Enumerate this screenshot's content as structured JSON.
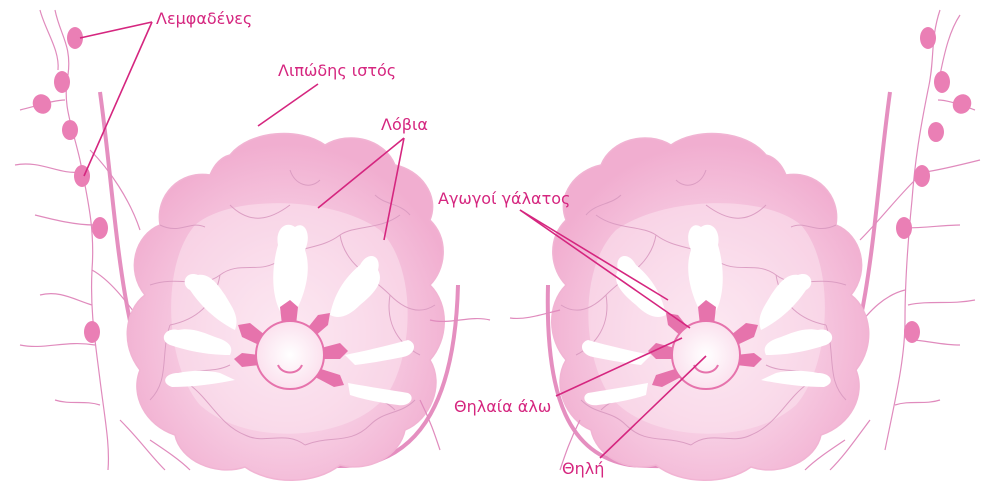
{
  "labels": {
    "lymph_nodes": "Λεμφαδένες",
    "fatty_tissue": "Λιπώδης ιστός",
    "lobules": "Λόβια",
    "milk_ducts": "Αγωγοί γάλατος",
    "areola": "Θηλαία άλω",
    "nipple": "Θηλή"
  },
  "colors": {
    "label_text": "#d5267f",
    "leader_line": "#d5267f",
    "outline": "#e58fc0",
    "tissue_outer": "#f6c6df",
    "tissue_mid": "#f3b2d3",
    "tissue_inner": "#fbe3ef",
    "vessel": "#e08bbd",
    "node": "#ea7fb5",
    "duct": "#e673ac",
    "lobule": "#ffffff"
  }
}
